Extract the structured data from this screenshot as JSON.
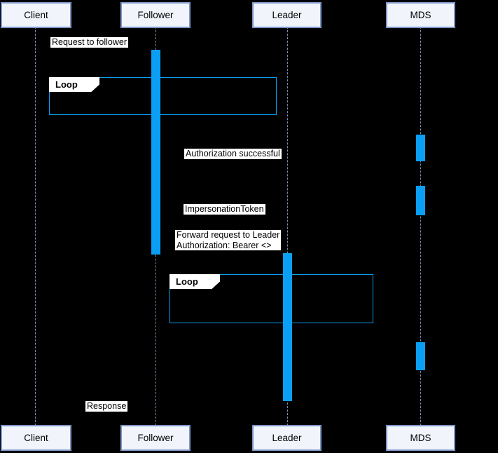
{
  "diagram": {
    "kind": "uml-sequence-diagram",
    "background_color": "#000000",
    "colors": {
      "actor_fill": "#f1f5fb",
      "actor_border": "#7d96c5",
      "activation_bar": "#0a9ff5",
      "loop_border": "#0a9ff5",
      "lifeline_dash": "#7c8cb1",
      "message_label_bg": "#ffffff",
      "message_label_text": "#000000"
    }
  },
  "participants": [
    {
      "label": "Client"
    },
    {
      "label": "Follower"
    },
    {
      "label": "Leader"
    },
    {
      "label": "MDS"
    }
  ],
  "loops": [
    {
      "label": "Loop"
    },
    {
      "label": "Loop"
    }
  ],
  "messages": [
    {
      "text": "Request to follower"
    },
    {
      "text": "Authorization successful"
    },
    {
      "text": "ImpersonationToken"
    },
    {
      "line1": "Forward request to Leader",
      "line2": "Authorization: Bearer <>"
    },
    {
      "text": "Response"
    }
  ]
}
